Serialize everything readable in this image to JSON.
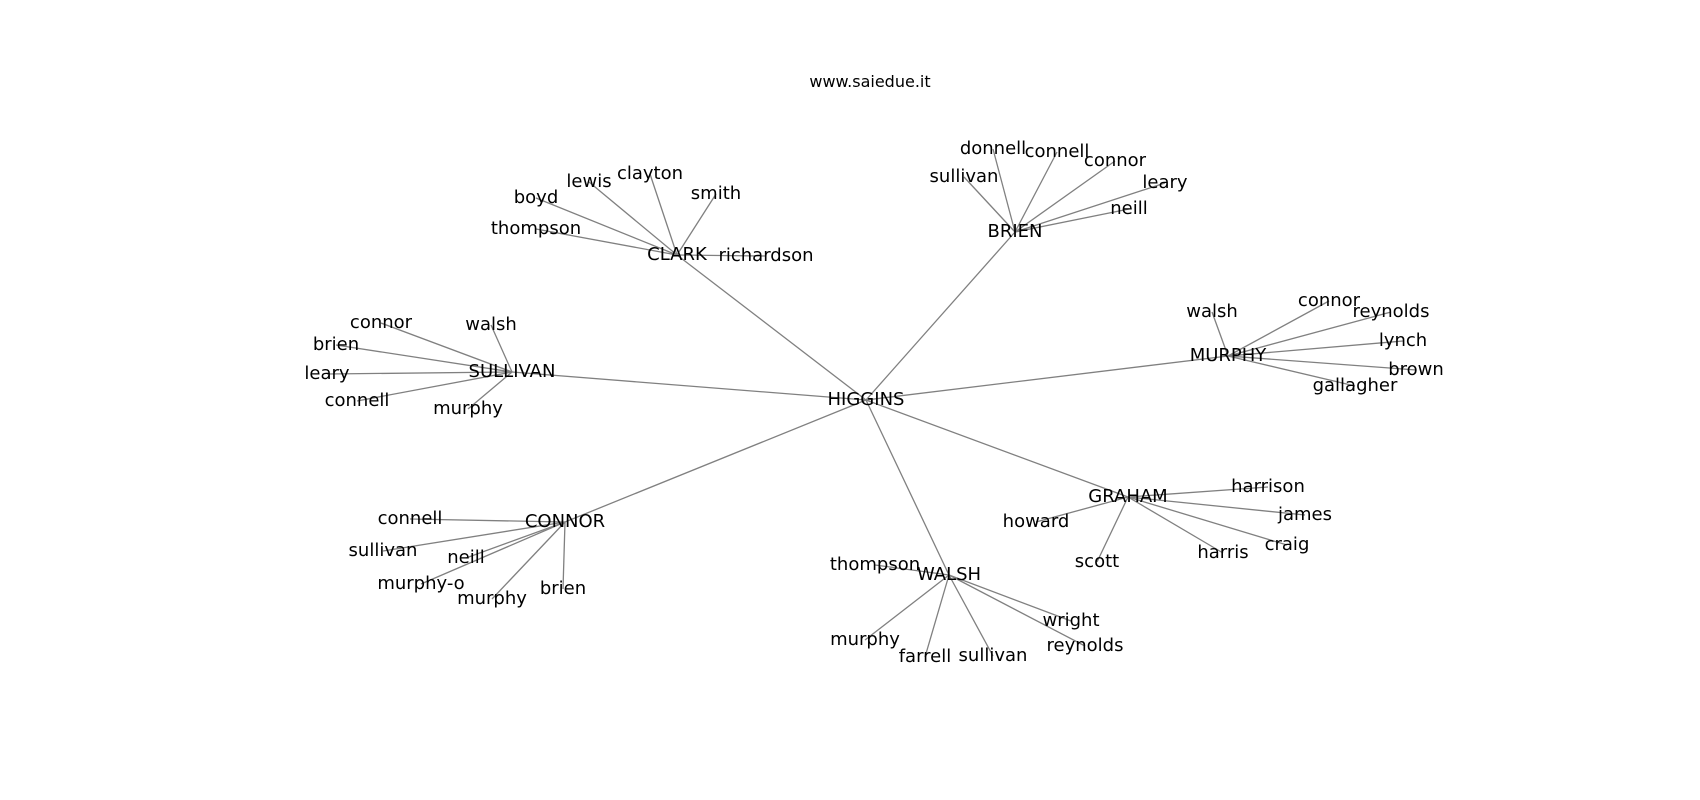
{
  "caption": "www.saiedue.it",
  "graph": {
    "root": "HIGGINS",
    "groups": [
      {
        "name": "CLARK",
        "children": [
          "boyd",
          "lewis",
          "clayton",
          "smith",
          "thompson",
          "richardson"
        ]
      },
      {
        "name": "BRIEN",
        "children": [
          "donnell",
          "connell",
          "connor",
          "sullivan",
          "leary",
          "neill"
        ]
      },
      {
        "name": "SULLIVAN",
        "children": [
          "connor",
          "walsh",
          "brien",
          "leary",
          "connell",
          "murphy"
        ]
      },
      {
        "name": "MURPHY",
        "children": [
          "walsh",
          "connor",
          "reynolds",
          "lynch",
          "brown",
          "gallagher"
        ]
      },
      {
        "name": "GRAHAM",
        "children": [
          "harrison",
          "howard",
          "james",
          "craig",
          "harris",
          "scott"
        ]
      },
      {
        "name": "CONNOR",
        "children": [
          "connell",
          "sullivan",
          "neill",
          "murphy-o",
          "murphy",
          "brien"
        ]
      },
      {
        "name": "WALSH",
        "children": [
          "thompson",
          "wright",
          "reynolds",
          "murphy",
          "farrell",
          "sullivan"
        ]
      }
    ]
  }
}
